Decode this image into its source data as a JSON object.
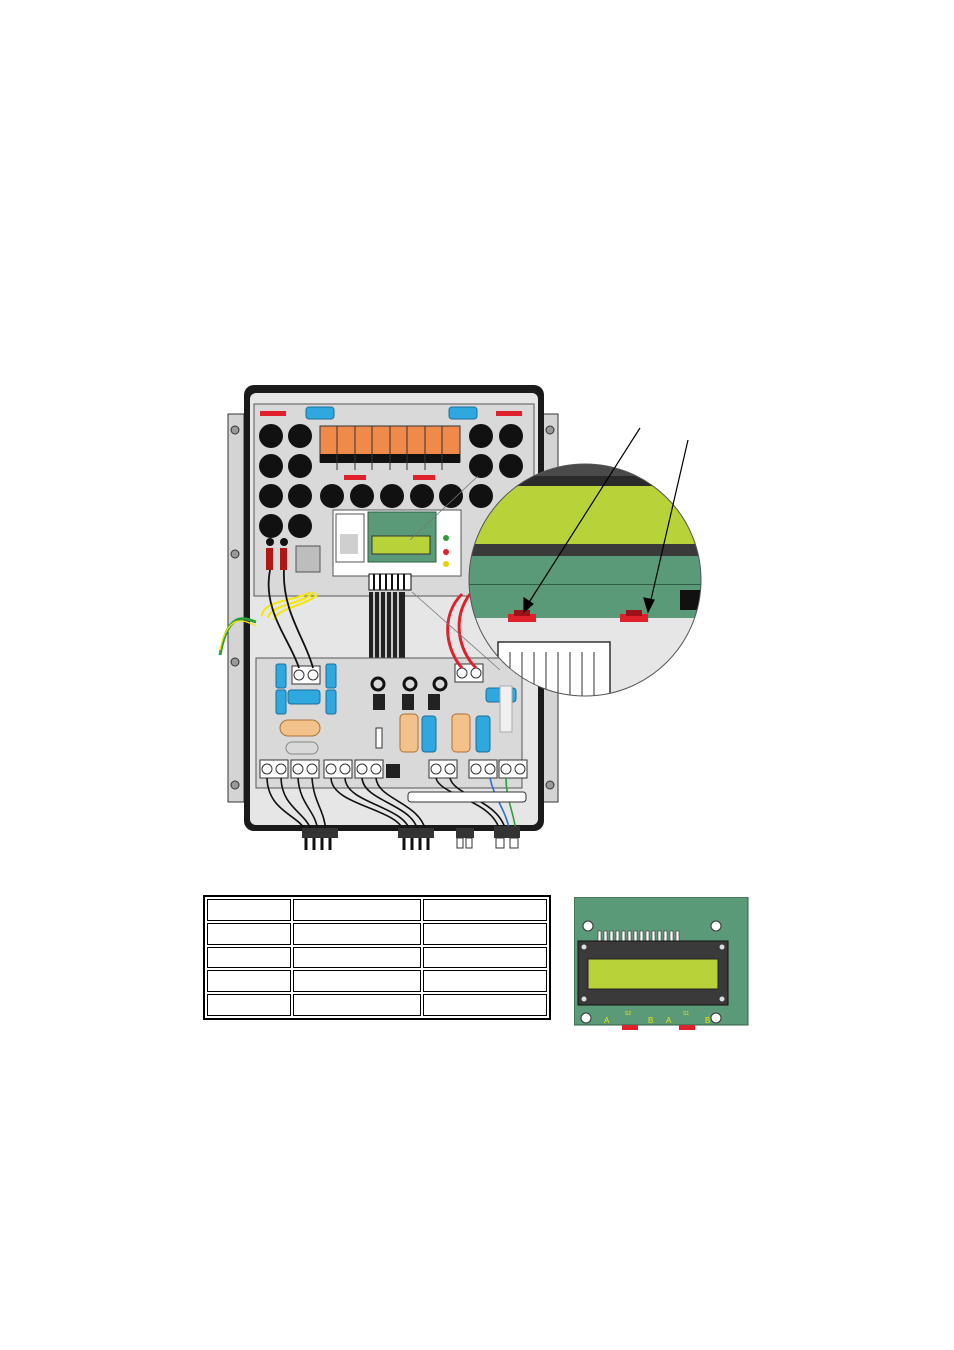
{
  "figure": {
    "callout_labels": [
      "",
      ""
    ],
    "display_labels": {
      "s2": "S2",
      "s1": "S1",
      "a_left": "A",
      "b_left": "B",
      "a_right": "A",
      "b_right": "B"
    }
  },
  "table": {
    "rows": [
      [
        "",
        "",
        ""
      ],
      [
        "",
        "",
        ""
      ],
      [
        "",
        "",
        ""
      ],
      [
        "",
        "",
        ""
      ],
      [
        "",
        "",
        ""
      ]
    ]
  },
  "colors": {
    "pcb_green": "#5a9a78",
    "lcd_screen": "#b8d23a",
    "relay_orange": "#f08a4b",
    "capacitor_blue": "#2fa8e0",
    "button_red": "#e0202a",
    "enclosure_black": "#1a1a1a",
    "panel_grey": "#d9d9d9",
    "wire_yellow": "#f5e600",
    "wire_green": "#2e9e3a"
  }
}
